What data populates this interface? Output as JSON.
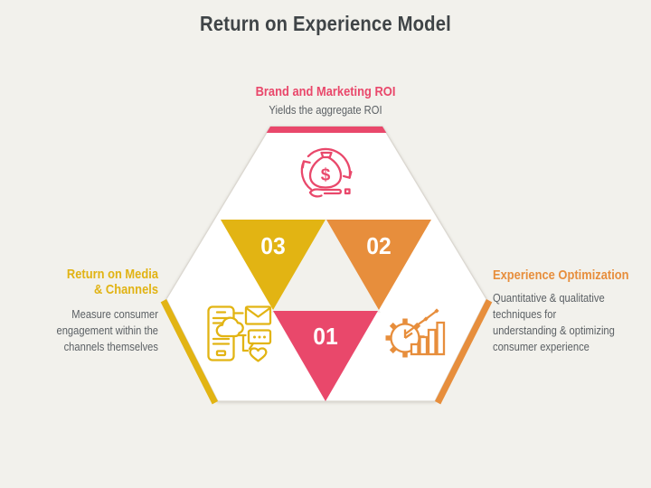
{
  "title": "Return on Experience Model",
  "diagram": {
    "top": {
      "heading": "Brand and Marketing ROI",
      "description": "Yields the aggregate ROI",
      "icon": "roi-cycle-icon",
      "accent": "#e9486b"
    },
    "left": {
      "heading_lines": [
        "Return on Media",
        "& Channels"
      ],
      "description_lines": [
        "Measure consumer",
        "engagement within the",
        "channels themselves"
      ],
      "icon": "phone-social-icon",
      "accent": "#e1b313"
    },
    "right": {
      "heading": "Experience Optimization",
      "description_lines": [
        "Quantitative & qualitative",
        "techniques for",
        "understanding & optimizing",
        "consumer experience"
      ],
      "icon": "gear-chart-icon",
      "accent": "#e78e3c"
    },
    "steps": [
      {
        "number": "01",
        "color": "#e9486b"
      },
      {
        "number": "02",
        "color": "#e78e3c"
      },
      {
        "number": "03",
        "color": "#e2b413"
      }
    ]
  },
  "colors": {
    "background": "#f2f1ec",
    "hexagon_fill": "#ffffff",
    "edge_shadow": "#dbd7d0",
    "pink": "#e9486b",
    "yellow": "#e2b413",
    "orange": "#e78e3c",
    "title_text": "#3f4447",
    "body_text": "#5b6064",
    "number_text": "#ffffff"
  }
}
